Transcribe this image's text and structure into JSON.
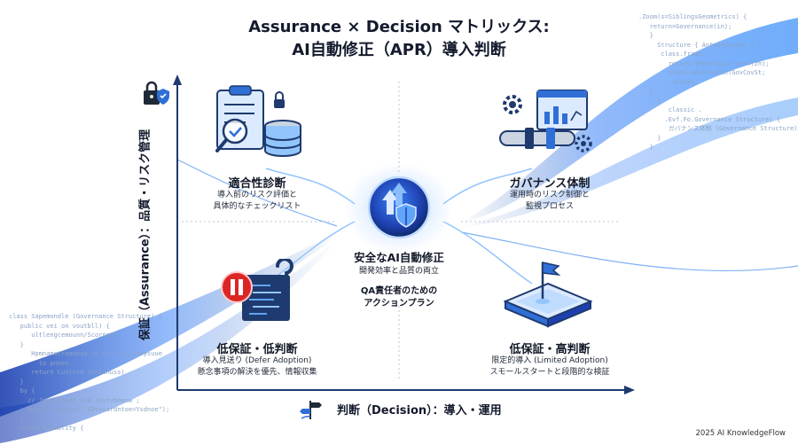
{
  "title": {
    "line1": "Assurance × Decision マトリックス:",
    "line2": "AI自動修正（APR）導入判断"
  },
  "axes": {
    "y_label": "保証（Assurance）：品質・リスク管理",
    "x_label": "判断（Decision）：導入・運用"
  },
  "quadrants": {
    "top_left": {
      "title": "適合性診断",
      "line1": "導入前のリスク評価と",
      "line2": "具体的なチェックリスト"
    },
    "top_right": {
      "title": "ガバナンス体制",
      "line1": "運用時のリスク制御と",
      "line2": "監視プロセス"
    },
    "bottom_left": {
      "title": "低保証・低判断",
      "line1": "導入見送り (Defer Adoption)",
      "line2": "懸念事項の解決を優先、情報収集"
    },
    "bottom_right": {
      "title": "低保証・高判断",
      "line1": "限定的導入 (Limited Adoption)",
      "line2": "スモールスタートと段階的な検証"
    }
  },
  "center": {
    "title": "安全なAI自動修正",
    "subtitle": "開発効率と品質の両立",
    "line1": "QA責任者のための",
    "line2": "アクションプラン"
  },
  "footer": "2025 AI KnowledgeFlow",
  "colors": {
    "accent": "#2f6fd6",
    "axis": "#1e3a6e",
    "dark_text": "#141b2d"
  },
  "icons": {
    "top_left": "clipboard-magnifier-database-icon",
    "top_right": "gear-pipeline-dashboard-icon",
    "bottom_left": "pause-question-code-icon",
    "bottom_right": "flag-sandbox-icon",
    "center": "shield-arrow-icon",
    "y_axis": "lock-shield-icon",
    "x_axis": "signpost-icon"
  }
}
